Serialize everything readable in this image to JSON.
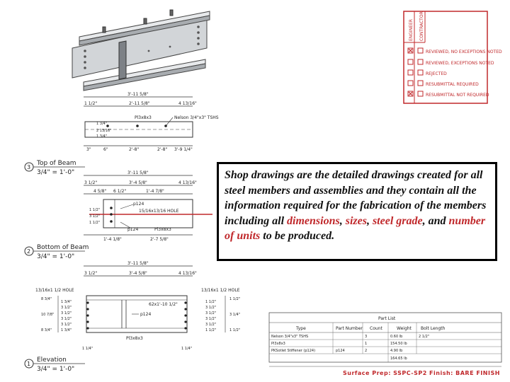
{
  "stamp": {
    "side_labels": [
      "ENGINEER",
      "CONTRACTOR"
    ],
    "items": [
      {
        "label": "REVIEWED, NO EXCEPTIONS NOTED",
        "checked": true
      },
      {
        "label": "REVIEWED, EXCEPTIONS NOTED",
        "checked": false
      },
      {
        "label": "REJECTED",
        "checked": false
      },
      {
        "label": "RESUBMITTAL REQUIRED",
        "checked": false
      },
      {
        "label": "RESUBMITTAL NOT REQUIRED",
        "checked": true
      }
    ]
  },
  "callout": {
    "part1": "Shop drawings are the detailed drawings created for all steel members and assemblies and they contain all the information required for the fabrication of the members including all ",
    "dimensions": "dimensions",
    "sep1": ", ",
    "sizes": "sizes",
    "sep2": ", ",
    "steel_grade": "steel grade",
    "sep3": ", and ",
    "number_of_units": "number of units",
    "part2": " to be produced."
  },
  "views": [
    {
      "number": "3",
      "title": "Top of Beam",
      "scale": "3/4\" = 1'-0\""
    },
    {
      "number": "2",
      "title": "Bottom of Beam",
      "scale": "3/4\" = 1'-0\""
    },
    {
      "number": "1",
      "title": "Elevation",
      "scale": "3/4\" = 1'-0\""
    }
  ],
  "top_view": {
    "overall_dim": "3'-11 5/8\"",
    "dims": [
      "1 1/2\"",
      "2'-11 5/8\"",
      "4 13/16\""
    ],
    "mark": "Pl3x8x3",
    "note": "Nelson 3/4\"x3\" TSHS",
    "bottom_dims": [
      "3\"",
      "6\"",
      "2'-8\"",
      "2'-8\"",
      "3'-9 1/4\""
    ],
    "side_dims": [
      "1 3/4\"",
      "2 13/16\"",
      "1 3/4\""
    ]
  },
  "bottom_view": {
    "overall_dim": "3'-11 5/8\"",
    "dims": [
      "3 1/2\"",
      "3'-4 5/8\"",
      "4 13/16\""
    ],
    "sub_dims": [
      "4 5/8\"",
      "6 1/2\"",
      "1'-4 7/8\""
    ],
    "marks": [
      "p124",
      "p124"
    ],
    "hole_note": "15/16x13/16 HOLE",
    "side_dims": [
      "1 1/2\"",
      "3 1/2\"",
      "1 1/2\""
    ],
    "mark": "Pl3x8x3",
    "lower_dims": [
      "1'-4 1/8\"",
      "2'-7 5/8\""
    ]
  },
  "elevation_view": {
    "overall_dim": "3'-11 5/8\"",
    "dims": [
      "3 1/2\"",
      "3'-4 5/8\"",
      "4 13/16\""
    ],
    "left_hole": "13/16x1 1/2 HOLE",
    "right_hole": "13/16x1 1/2 HOLE",
    "weld_note": "62x1'-10 1/2\"",
    "mark": "p124",
    "beam_mark": "Pl3x8x3",
    "left_dims": [
      "8 3/4\"",
      "10 7/8\"",
      "8 3/4\""
    ],
    "inner_dims": [
      "1 3/4\"",
      "3 1/2\"",
      "3 1/2\"",
      "3 1/2\"",
      "3 1/2\"",
      "1 3/4\""
    ],
    "right_dims": [
      "1 1/2\"",
      "3 1/2\"",
      "3 1/2\"",
      "3 1/2\"",
      "3 1/2\"",
      "1 1/2\""
    ],
    "far_right_dims": [
      "1 1/2\"",
      "3 1/4\"",
      "1 1/2\""
    ],
    "bottom_dims": [
      "1 1/4\"",
      "1 1/4\""
    ]
  },
  "part_list": {
    "title": "Part List",
    "headers": [
      "Type",
      "Part Number",
      "Count",
      "Weight",
      "Bolt Length"
    ],
    "rows": [
      [
        "Nelson 3/4\"x3\" TSHS",
        "",
        "3",
        "0.60 lb",
        "2 1/2\""
      ],
      [
        "Pl3x8x3",
        "",
        "1",
        "154.50 lb",
        ""
      ],
      [
        "PKSotlet Stiffener (p124)",
        "p124",
        "2",
        "4.90 lb",
        ""
      ],
      [
        "",
        "",
        "",
        "164.65 lb",
        ""
      ]
    ]
  },
  "footer": "Surface Prep: SSPC-SP2  Finish: BARE FINISH",
  "colors": {
    "accent": "#c0282b",
    "steel": "#b8bcc0"
  }
}
